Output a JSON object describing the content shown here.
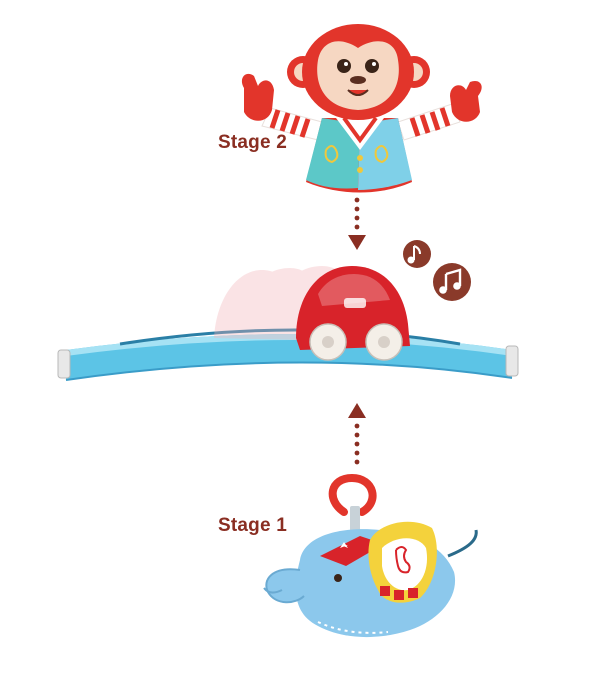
{
  "labels": {
    "stage2": "Stage 2",
    "stage1": "Stage 1"
  },
  "colors": {
    "label_text": "#8a2e22",
    "arrow": "#8a2e22",
    "music_note_badge": "#8a3a2a",
    "monkey_red": "#e2352b",
    "car_red": "#d8232a",
    "track_blue": "#5cc4e6",
    "elephant_blue": "#8cc8ec",
    "ear_yellow": "#f4d23c"
  },
  "icons": {
    "monkey": "monkey-plush-toy",
    "car": "red-toy-car",
    "track": "curved-blue-track",
    "elephant": "elephant-plush-toy",
    "music": "music-note-icon",
    "arrow_down": "dotted-arrow-down-icon",
    "arrow_up": "dotted-arrow-up-icon"
  }
}
